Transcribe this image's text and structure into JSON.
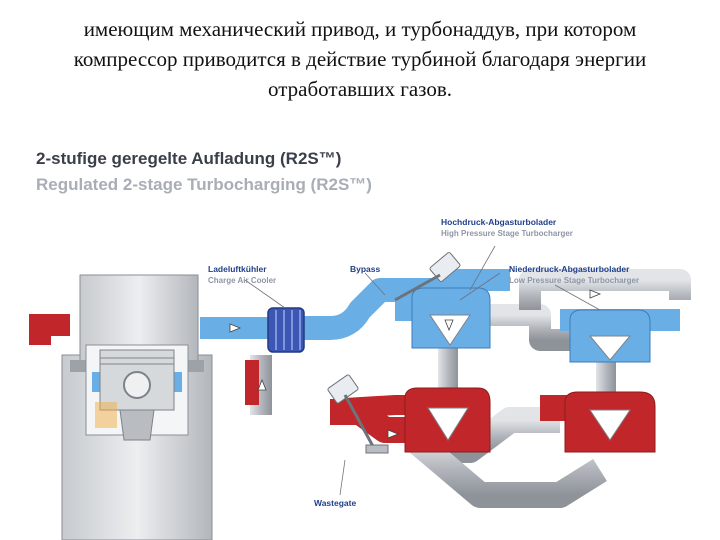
{
  "caption": {
    "line1": "имеющим механический привод, и турбонаддув, при котором",
    "line2": "компрессор приводится в действие турбиной благодаря энергии",
    "line3": "отработавших газов."
  },
  "diagram": {
    "title_de": "2-stufige geregelte Aufladung (R2S™)",
    "title_en": "Regulated 2-stage Turbocharging (R2S™)",
    "labels": {
      "hp_turbo_de": "Hochdruck-Abgasturbolader",
      "hp_turbo_en": "High Pressure Stage Turbocharger",
      "lp_turbo_de": "Niederdruck-Abgasturbolader",
      "lp_turbo_en": "Low Pressure Stage Turbocharger",
      "cooler_de": "Ladeluftkühler",
      "cooler_en": "Charge Air Cooler",
      "bypass": "Bypass",
      "wastegate": "Wastegate"
    },
    "colors": {
      "title_dark": "#3b3f4a",
      "title_light": "#a9adb5",
      "label_blue": "#1f3f8a",
      "label_grey": "#8e96a6",
      "fresh_air": "#6aaee6",
      "exhaust": "#c0262a",
      "pipe_grey": "#b8bcc2",
      "cooler": "#3c56b4"
    }
  }
}
